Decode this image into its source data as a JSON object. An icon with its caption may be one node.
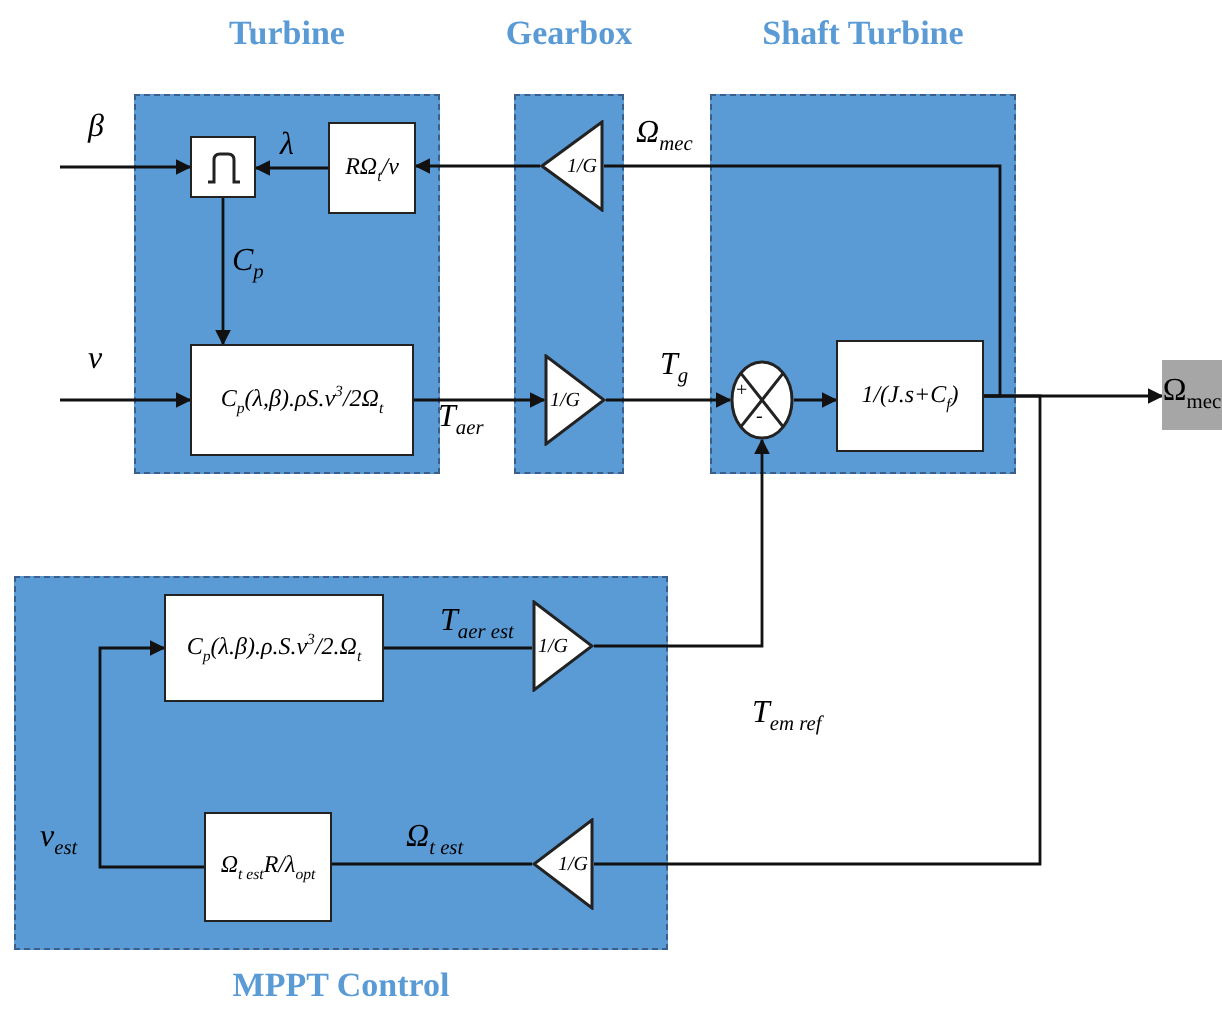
{
  "diagram": {
    "nodes": [
      {
        "text": [
          "Turbine"
        ]
      },
      {
        "text": [],
        "shape": "box",
        "in": 0
      },
      {
        "text": [
          "RΩ$_{t}$/v"
        ],
        "in": 0
      },
      {
        "text": [
          "C$_{p}$(λ,β).ρS.v$^{3}$/2Ω$_{t}$"
        ],
        "in": 0
      },
      {
        "text": [
          "Gearbox"
        ]
      },
      {
        "text": [
          "1/G"
        ],
        "in": 4
      },
      {
        "text": [
          "1/G"
        ],
        "in": 4
      },
      {
        "text": [
          "Shaft Turbine"
        ]
      },
      {
        "text": [
          "+",
          "-"
        ],
        "in": 7
      },
      {
        "text": [
          "1/(J.s+C$_{f}$)"
        ],
        "in": 7
      },
      {
        "text": [
          "Ω$_{mec}$"
        ]
      },
      {
        "text": [
          "MPPT Control"
        ]
      },
      {
        "text": [
          "C$_{p}$(λ.β).ρ.S.v$^{3}$/2.Ω$_{t}$"
        ],
        "in": 11
      },
      {
        "text": [
          "1/G"
        ],
        "in": 11
      },
      {
        "text": [
          "Ω$_{t est}$R/λ$_{opt}$"
        ],
        "in": 11
      },
      {
        "text": [
          "1/G"
        ],
        "in": 11
      }
    ],
    "edges": [
      {
        "from": null,
        "to": 1,
        "arrow": "to",
        "label": "β"
      },
      {
        "from": null,
        "to": 3,
        "arrow": "to",
        "label": "v"
      },
      {
        "from": 5,
        "to": 2,
        "arrow": "to"
      },
      {
        "from": 2,
        "to": 1,
        "arrow": "to",
        "label": "λ"
      },
      {
        "from": 1,
        "to": 3,
        "arrow": "to",
        "label": "C$_{p}$"
      },
      {
        "from": 3,
        "to": 6,
        "arrow": "to",
        "label": "T$_{aer}$"
      },
      {
        "from": 6,
        "to": 8,
        "arrow": "to",
        "label": "T$_{g}$"
      },
      {
        "from": 8,
        "to": 9,
        "arrow": "to"
      },
      {
        "from": 9,
        "to": 10,
        "arrow": "to"
      },
      {
        "from": 9,
        "to": 5,
        "arrow": "none",
        "label": "Ω$_{mec}$"
      },
      {
        "from": 9,
        "to": 15,
        "arrow": "none"
      },
      {
        "from": 15,
        "to": 14,
        "arrow": "none",
        "label": "Ω$_{t est}$"
      },
      {
        "from": 14,
        "to": 12,
        "arrow": "to",
        "label": "v$_{est}$"
      },
      {
        "from": 12,
        "to": 13,
        "arrow": "none",
        "label": "T$_{aer est}$"
      },
      {
        "from": 13,
        "to": 8,
        "arrow": "to",
        "label": "T$_{em ref}$"
      }
    ]
  }
}
